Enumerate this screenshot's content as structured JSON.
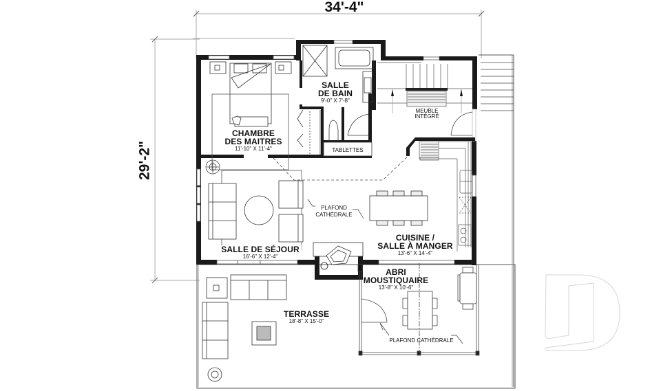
{
  "dimensions": {
    "overall_width": "34'-4\"",
    "overall_depth": "29'-2\""
  },
  "rooms": {
    "master_bedroom": {
      "name_line1": "CHAMBRE",
      "name_line2": "DES MAITRES",
      "size": "11'-10\" X 11'-4\""
    },
    "bathroom": {
      "name_line1": "SALLE",
      "name_line2": "DE BAIN",
      "size": "9'-0\" X 7'-8\""
    },
    "shelves": {
      "name": "TABLETTES"
    },
    "built_in": {
      "name_line1": "MEUBLE",
      "name_line2": "INTÉGRÉ"
    },
    "living_room": {
      "name": "SALLE DE SÉJOUR",
      "size": "16'-6\" X 12'-4\""
    },
    "kitchen_dining": {
      "name_line1": "CUISINE /",
      "name_line2": "SALLE À MANGER",
      "size": "13'-6\" X 14'-4\""
    },
    "screened_porch": {
      "name_line1": "ABRI",
      "name_line2": "MOUSTIQUAIRE",
      "size": "13'-8\" X 10'-6\""
    },
    "terrace": {
      "name": "TERRASSE",
      "size": "18'-8\" X 15'-0\""
    }
  },
  "notes": {
    "cathedral_ceiling_main_line1": "PLAFOND",
    "cathedral_ceiling_main_line2": "CATHÉDRALE",
    "cathedral_ceiling_porch": "PLAFOND CATHÉDRALE"
  },
  "colors": {
    "wall": "#1a1a1a",
    "line": "#333333",
    "dim_line": "#999999",
    "watermark": "#d0d0d0"
  }
}
